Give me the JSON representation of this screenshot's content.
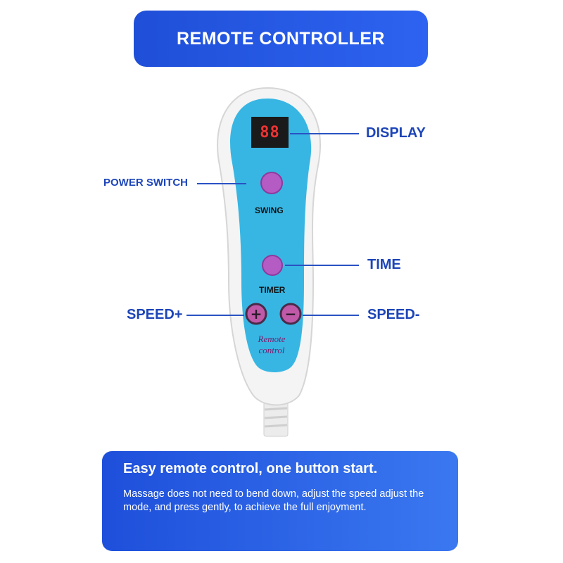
{
  "header": {
    "title": "REMOTE CONTROLLER"
  },
  "remote": {
    "display_digits": "88",
    "swing_label": "SWING",
    "timer_label": "TIMER",
    "brand_line1": "Remote",
    "brand_line2": "control",
    "plus_symbol": "+",
    "minus_symbol": "−"
  },
  "callouts": {
    "display": "DISPLAY",
    "power_switch": "POWER SWITCH",
    "time": "TIME",
    "speed_plus": "SPEED+",
    "speed_minus": "SPEED-"
  },
  "info": {
    "title": "Easy remote control, one button start.",
    "body": "Massage does not need to bend down, adjust the speed adjust the mode, and press gently, to achieve the full enjoyment."
  },
  "colors": {
    "accent_blue": "#1f4fd8",
    "remote_face": "#37b6e3",
    "button_purple": "#b45bc4",
    "label_blue": "#1d45b8"
  }
}
